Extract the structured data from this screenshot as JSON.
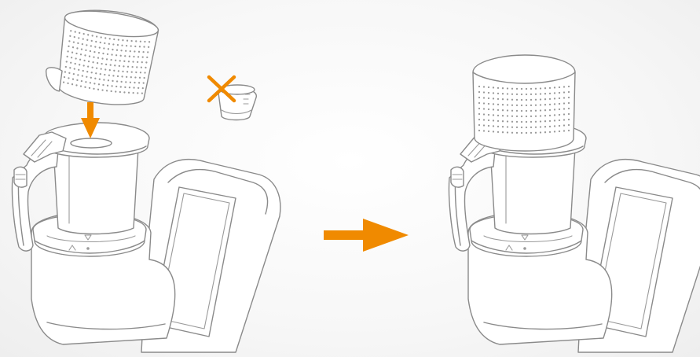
{
  "colors": {
    "accent": "#f08a00",
    "line": "#8a8a8a",
    "background": "#f7f7f7",
    "fill": "#ffffff"
  },
  "steps": [
    {
      "name": "before",
      "parts": [
        "simmering-basket",
        "insert-down-arrow",
        "crossed-out-measuring-cup",
        "mixing-bowl",
        "base-unit"
      ]
    },
    {
      "name": "after",
      "parts": [
        "simmering-basket-inserted",
        "mixing-bowl",
        "base-unit"
      ]
    }
  ],
  "icons": [
    "down-arrow-icon",
    "cross-icon",
    "right-arrow-icon"
  ]
}
